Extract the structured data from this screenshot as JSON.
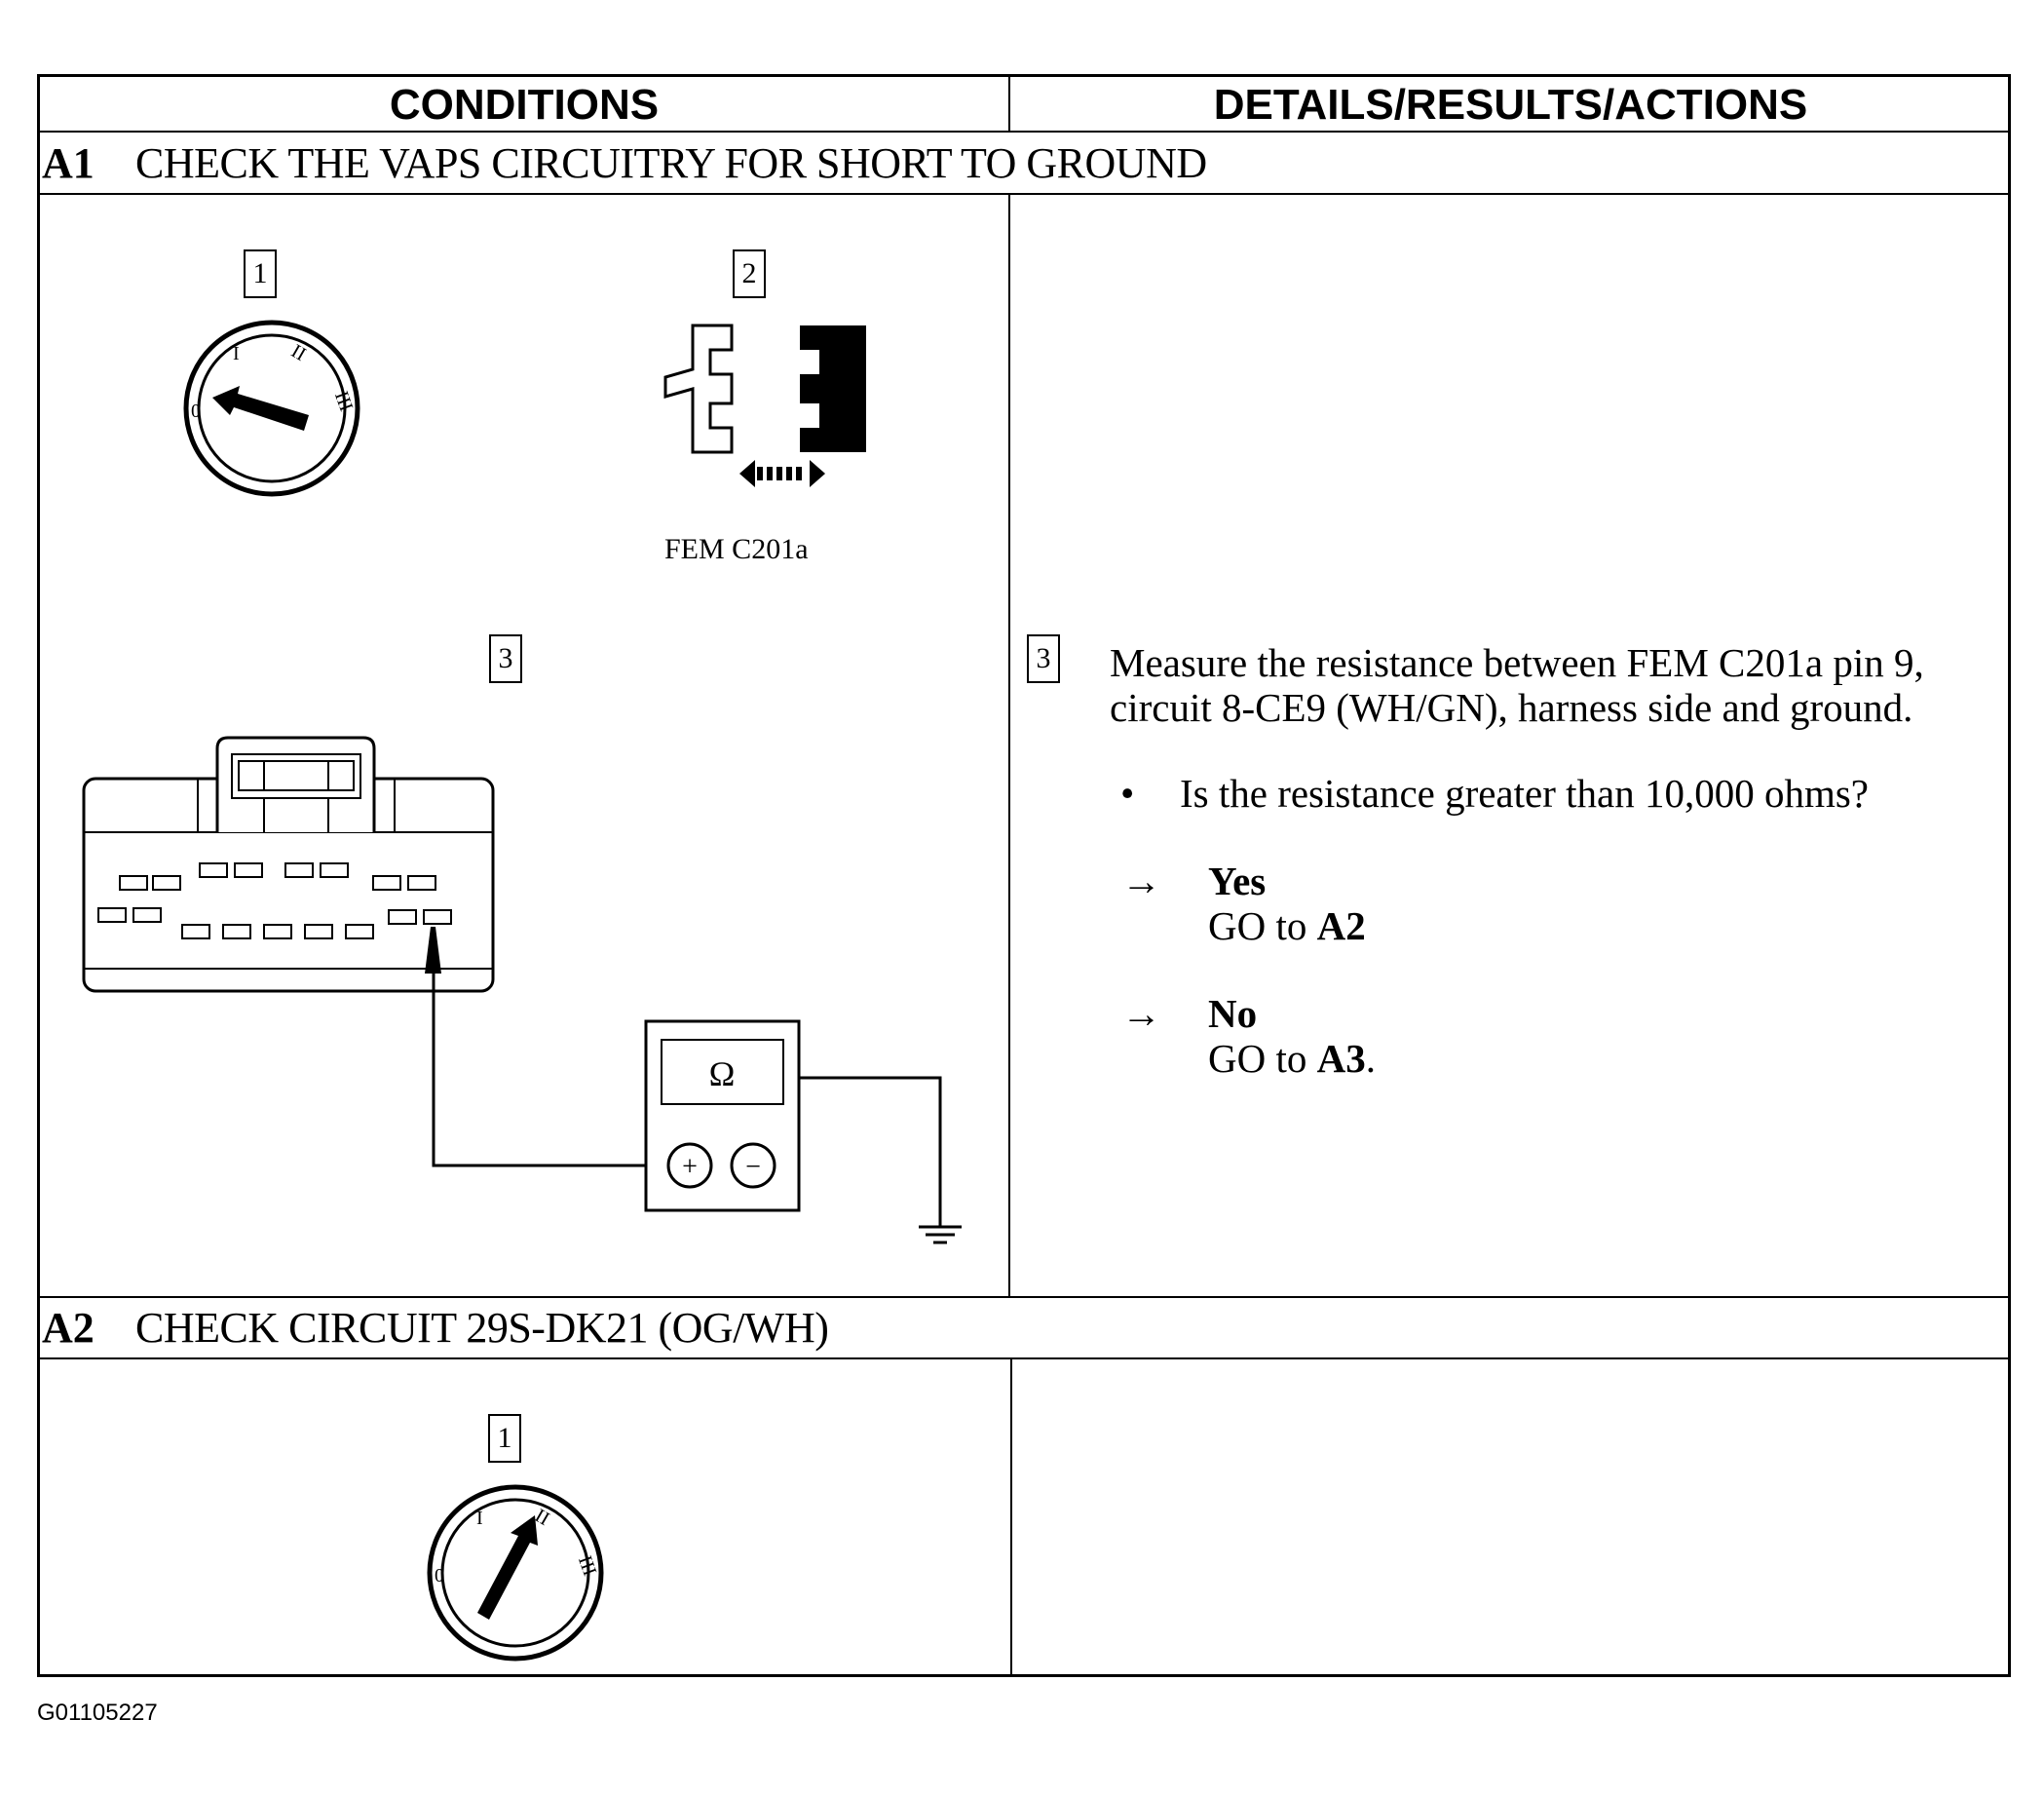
{
  "table": {
    "col_conditions": "CONDITIONS",
    "col_details": "DETAILS/RESULTS/ACTIONS"
  },
  "steps": [
    {
      "id": "A1",
      "title": "CHECK THE VAPS CIRCUITRY FOR SHORT TO GROUND",
      "conditions": {
        "box1": "1",
        "box2": "2",
        "connector_caption": "FEM C201a",
        "box3": "3",
        "meter_symbol": "Ω",
        "probe_plus": "+",
        "probe_minus": "−"
      },
      "details": {
        "box": "3",
        "instruction_line1": "Measure the resistance between FEM C201a pin 9,",
        "instruction_line2": "circuit 8-CE9 (WH/GN), harness side and ground.",
        "bullet": "•",
        "question": "Is the resistance greater than 10,000 ohms?",
        "arrow": "→",
        "yes_label": "Yes",
        "yes_action_prefix": "GO to",
        "yes_action_target": "A2",
        "no_label": "No",
        "no_action_prefix": "GO to",
        "no_action_target": "A3",
        "no_action_suffix": "."
      }
    },
    {
      "id": "A2",
      "title": "CHECK CIRCUIT 29S-DK21 (OG/WH)",
      "conditions": {
        "box1": "1"
      }
    }
  ],
  "ignition_marks": [
    "0",
    "I",
    "II",
    "III"
  ],
  "figure_id": "G01105227"
}
